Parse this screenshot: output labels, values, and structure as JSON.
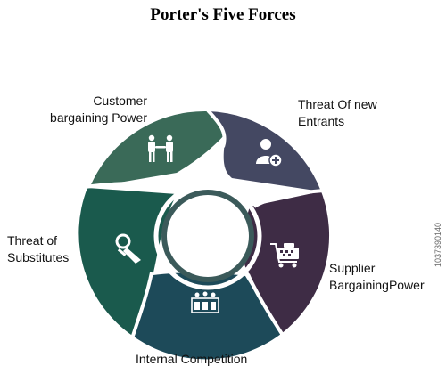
{
  "title": "Porter's Five Forces",
  "segments": [
    {
      "label_lines": [
        "Customer",
        "bargaining Power"
      ],
      "icon": "people-handshake-icon",
      "color": "#3a6a58"
    },
    {
      "label_lines": [
        "Threat Of new",
        "Entrants"
      ],
      "icon": "add-user-icon",
      "color": "#444862"
    },
    {
      "label_lines": [
        "Supplier",
        "BargainingPower"
      ],
      "icon": "shopping-cart-icon",
      "color": "#3e2c45"
    },
    {
      "label_lines": [
        "Internal Competition"
      ],
      "icon": "competition-podium-icon",
      "color": "#1d4a59"
    },
    {
      "label_lines": [
        "Threat of",
        "Substitutes"
      ],
      "icon": "swap-objects-icon",
      "color": "#1a5a4d"
    }
  ],
  "side_id": "1037390140"
}
